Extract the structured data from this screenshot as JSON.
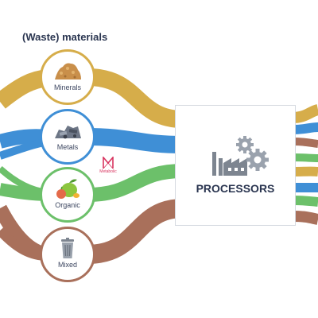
{
  "section_title": "(Waste) materials",
  "materials": [
    {
      "label": "Minerals",
      "icon": "minerals-pile-icon",
      "color": "#d6ad4a"
    },
    {
      "label": "Metals",
      "icon": "scrap-metal-icon",
      "color": "#3f8fd6"
    },
    {
      "label": "Organic",
      "icon": "organic-produce-icon",
      "color": "#6cc06a"
    },
    {
      "label": "Mixed",
      "icon": "trash-bin-icon",
      "color": "#a9705b"
    }
  ],
  "processor": {
    "label": "PROCESSORS",
    "icon": "factory-gears-icon"
  },
  "brand": {
    "name": "Metabolic",
    "icon": "metabolic-logo-icon",
    "color": "#d8345f"
  }
}
